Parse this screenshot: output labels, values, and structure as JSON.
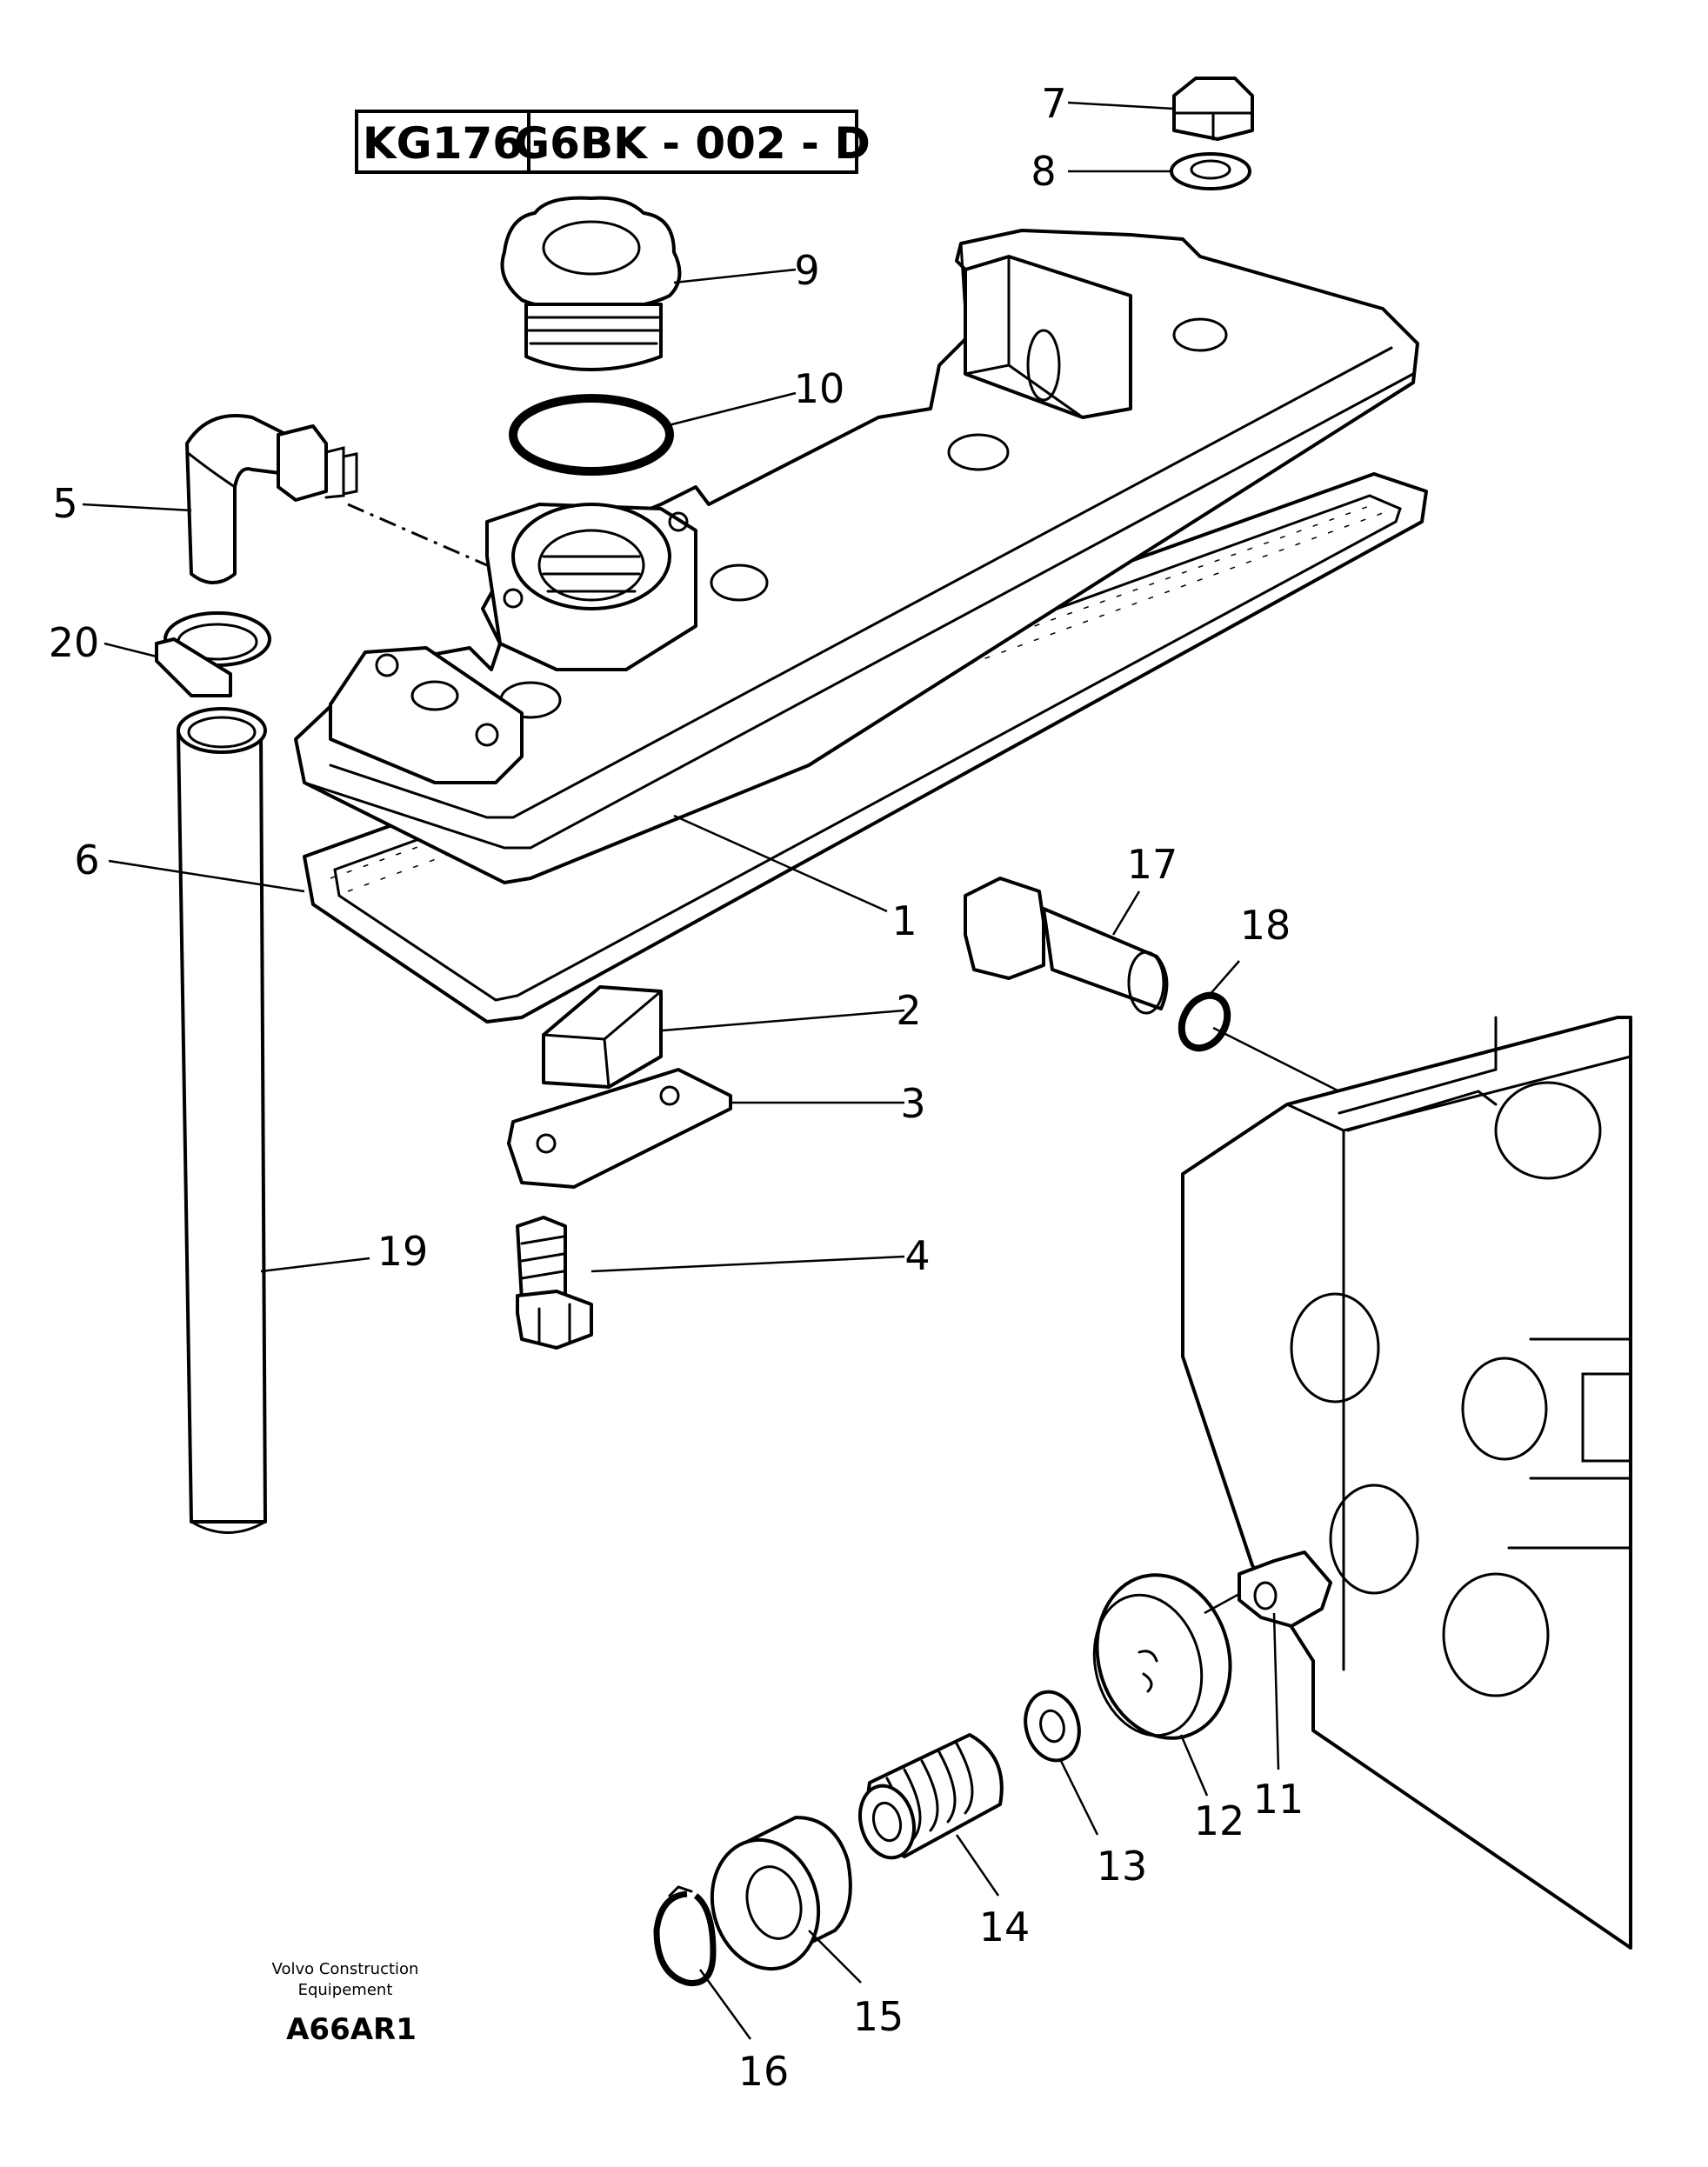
{
  "header": {
    "code_left": "KG176",
    "code_right": "G6BK - 002 - D"
  },
  "callouts": [
    {
      "id": "callout-1",
      "number": "1"
    },
    {
      "id": "callout-2",
      "number": "2"
    },
    {
      "id": "callout-3",
      "number": "3"
    },
    {
      "id": "callout-4",
      "number": "4"
    },
    {
      "id": "callout-5",
      "number": "5"
    },
    {
      "id": "callout-6",
      "number": "6"
    },
    {
      "id": "callout-7",
      "number": "7"
    },
    {
      "id": "callout-8",
      "number": "8"
    },
    {
      "id": "callout-9",
      "number": "9"
    },
    {
      "id": "callout-10",
      "number": "10"
    },
    {
      "id": "callout-11",
      "number": "11"
    },
    {
      "id": "callout-12",
      "number": "12"
    },
    {
      "id": "callout-13",
      "number": "13"
    },
    {
      "id": "callout-14",
      "number": "14"
    },
    {
      "id": "callout-15",
      "number": "15"
    },
    {
      "id": "callout-16",
      "number": "16"
    },
    {
      "id": "callout-17",
      "number": "17"
    },
    {
      "id": "callout-18",
      "number": "18"
    },
    {
      "id": "callout-19",
      "number": "19"
    },
    {
      "id": "callout-20",
      "number": "20"
    }
  ],
  "footer": {
    "credit_line1": "Volvo Construction",
    "credit_line2": "Equipement",
    "reference": "A66AR1"
  }
}
